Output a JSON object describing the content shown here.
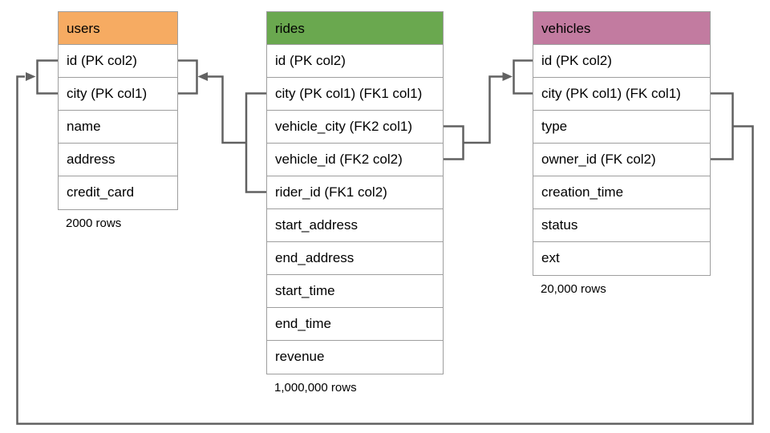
{
  "diagram": {
    "line_color": "#616161",
    "border_color": "#9e9e9e",
    "tables": [
      {
        "title": "users",
        "header_color": "#F6AB62",
        "columns": [
          "id (PK col2)",
          "city (PK col1)",
          "name",
          "address",
          "credit_card"
        ],
        "row_count_label": "2000 rows"
      },
      {
        "title": "rides",
        "header_color": "#6AA84F",
        "columns": [
          "id (PK col2)",
          "city (PK col1) (FK1 col1)",
          "vehicle_city (FK2 col1)",
          "vehicle_id (FK2 col2)",
          "rider_id (FK1 col2)",
          "start_address",
          "end_address",
          "start_time",
          "end_time",
          "revenue"
        ],
        "row_count_label": "1,000,000 rows"
      },
      {
        "title": "vehicles",
        "header_color": "#C27BA0",
        "columns": [
          "id (PK col2)",
          "city (PK col1) (FK col1)",
          "type",
          "owner_id (FK col2)",
          "creation_time",
          "status",
          "ext"
        ],
        "row_count_label": "20,000 rows"
      }
    ],
    "relationships": [
      {
        "name": "rides-to-users",
        "from": "rides (city, rider_id) FK1",
        "to": "users (id, city) PK"
      },
      {
        "name": "rides-to-vehicles",
        "from": "rides (vehicle_city, vehicle_id) FK2",
        "to": "vehicles (id, city) PK"
      },
      {
        "name": "vehicles-to-users",
        "from": "vehicles (city, owner_id) FK",
        "to": "users (id, city) PK"
      }
    ]
  }
}
